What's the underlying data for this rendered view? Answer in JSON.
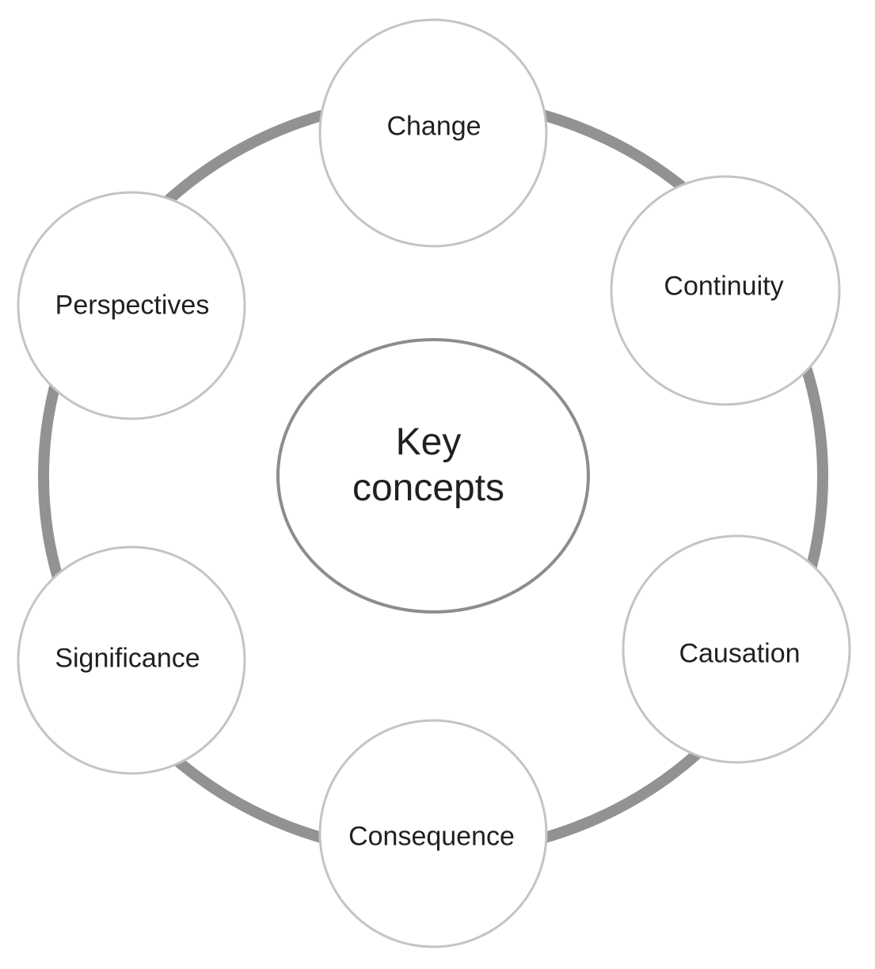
{
  "center": {
    "line1": "Key",
    "line2": "concepts"
  },
  "nodes": [
    "Change",
    "Continuity",
    "Causation",
    "Consequence",
    "Significance",
    "Perspectives"
  ],
  "colors": {
    "ring": "#929295",
    "node_border": "#c4c4c6",
    "center_border": "#8d8d90",
    "text": "#231f20"
  }
}
